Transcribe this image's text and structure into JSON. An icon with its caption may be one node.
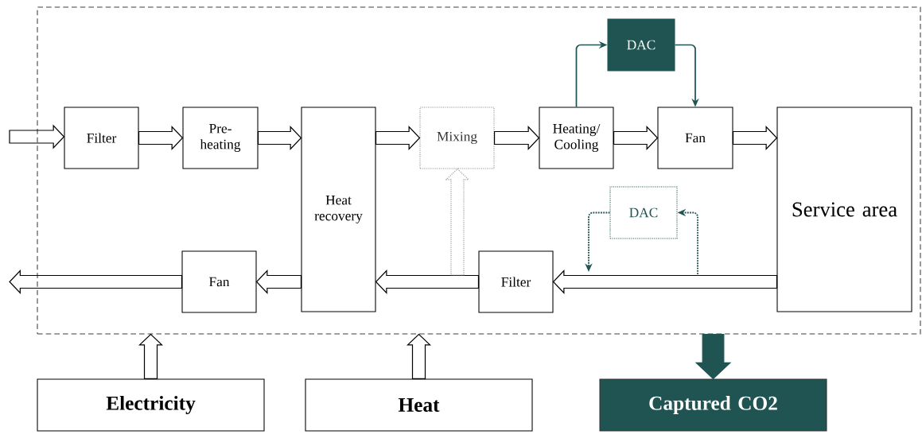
{
  "diagram": {
    "nodes": [
      {
        "text": [],
        "shape": "box"
      },
      {
        "text": [
          "Filter"
        ],
        "in": 0
      },
      {
        "text": [
          "Pre-heating"
        ],
        "in": 0
      },
      {
        "text": [
          "Heat recovery"
        ],
        "in": 0
      },
      {
        "text": [
          "Mixing"
        ],
        "in": 0
      },
      {
        "text": [
          "Heating/ Cooling"
        ],
        "in": 0
      },
      {
        "text": [
          "DAC"
        ],
        "in": 0
      },
      {
        "text": [
          "Fan"
        ],
        "in": 0
      },
      {
        "text": [
          "Service area"
        ],
        "in": 0
      },
      {
        "text": [
          "DAC"
        ],
        "in": 0
      },
      {
        "text": [
          "Filter"
        ],
        "in": 0
      },
      {
        "text": [
          "Fan"
        ],
        "in": 0
      },
      {
        "text": [
          "Electricity"
        ]
      },
      {
        "text": [
          "Heat"
        ]
      },
      {
        "text": [
          "Captured CO2"
        ]
      }
    ],
    "edges": [
      {
        "from": null,
        "to": 1,
        "arrow": "to"
      },
      {
        "from": 1,
        "to": 2,
        "arrow": "to"
      },
      {
        "from": 2,
        "to": 3,
        "arrow": "to"
      },
      {
        "from": 3,
        "to": 4,
        "arrow": "to"
      },
      {
        "from": 4,
        "to": 5,
        "arrow": "to"
      },
      {
        "from": 5,
        "to": 6,
        "arrow": "to",
        "color": "#1f5452"
      },
      {
        "from": 6,
        "to": 7,
        "arrow": "to",
        "color": "#1f5452"
      },
      {
        "from": 5,
        "to": 7,
        "arrow": "to"
      },
      {
        "from": 7,
        "to": 8,
        "arrow": "to"
      },
      {
        "from": 8,
        "to": 10,
        "arrow": "to"
      },
      {
        "from": 10,
        "to": 3,
        "arrow": "to"
      },
      {
        "from": 3,
        "to": 11,
        "arrow": "to"
      },
      {
        "from": 11,
        "to": null,
        "arrow": "to"
      },
      {
        "from": null,
        "to": 4,
        "arrow": "to",
        "style": "dashed",
        "color": "#a0a0a0"
      },
      {
        "from": null,
        "to": 9,
        "arrow": "to",
        "style": "dashed",
        "color": "#1f5452"
      },
      {
        "from": 9,
        "to": null,
        "arrow": "to",
        "style": "dashed",
        "color": "#1f5452"
      },
      {
        "from": 12,
        "to": 0,
        "arrow": "to"
      },
      {
        "from": 13,
        "to": 0,
        "arrow": "to"
      },
      {
        "from": 0,
        "to": 14,
        "arrow": "to",
        "style": "thick",
        "color": "#1f5452"
      }
    ]
  }
}
